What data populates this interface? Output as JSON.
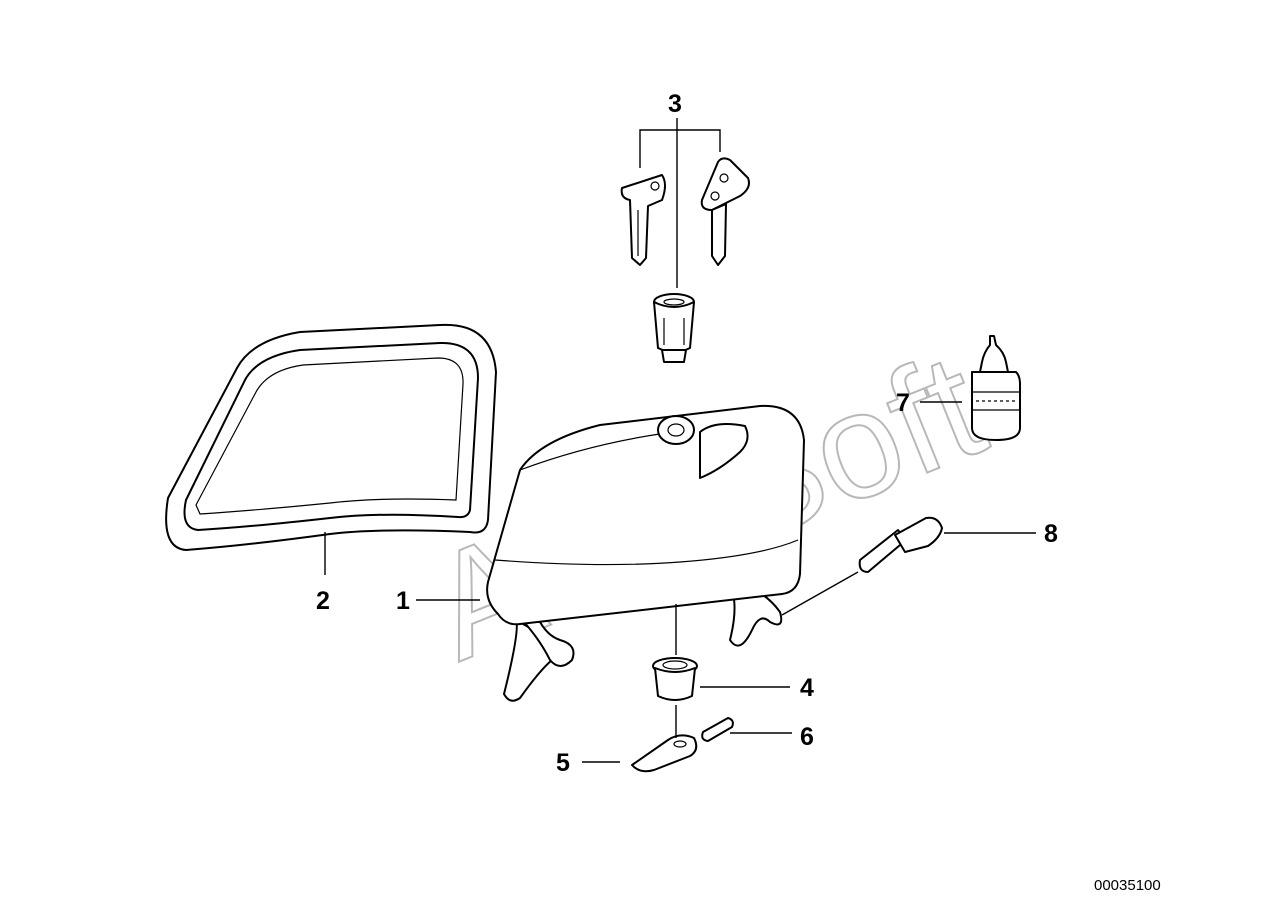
{
  "callouts": {
    "part_1": "1",
    "part_2": "2",
    "part_3": "3",
    "part_4": "4",
    "part_5": "5",
    "part_6": "6",
    "part_7": "7",
    "part_8": "8"
  },
  "watermark": "AutoSoft",
  "diagram_code": "00035100",
  "colors": {
    "line": "#000000",
    "watermark": "#b8b8b8",
    "background": "#ffffff"
  }
}
